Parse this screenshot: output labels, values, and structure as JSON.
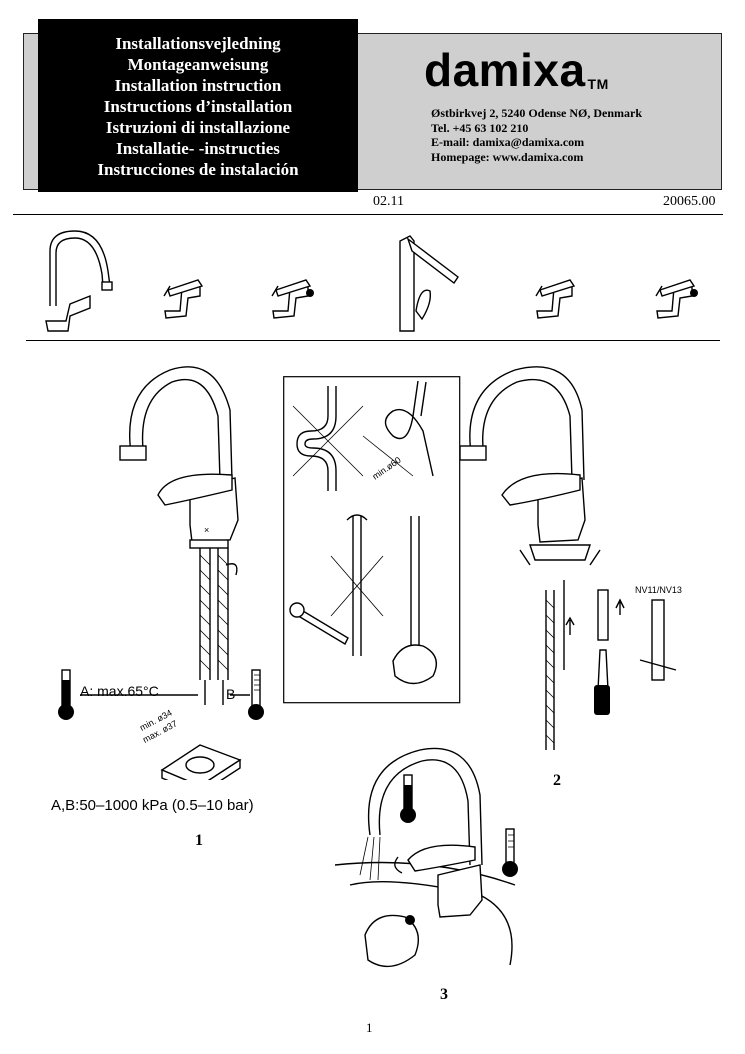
{
  "header": {
    "titles": [
      "Installationsvejledning",
      "Montageanweisung",
      "Installation instruction",
      "Instructions d’installation",
      "Istruzioni di installazione",
      "Installatie- -instructies",
      "Instrucciones de instalación"
    ],
    "brand": "damixa",
    "brand_mark": "TM",
    "contact": [
      "Østbirkvej 2, 5240 Odense NØ, Denmark",
      "Tel. +45 63 102 210",
      "E-mail: damixa@damixa.com",
      "Homepage: www.damixa.com"
    ]
  },
  "doc": {
    "version": "02.11",
    "number": "20065.00"
  },
  "steps": {
    "step1": {
      "number": "1",
      "temp_label_a": "A:  max.65°C",
      "label_b": "B",
      "washer_min": "min. ø34",
      "washer_max": "max. ø37",
      "pressure": "A,B:50–1000 kPa (0.5–10 bar)"
    },
    "hose": {
      "min_bend": "min.ø60"
    },
    "step2": {
      "number": "2",
      "tool": "NV11/NV13"
    },
    "step3": {
      "number": "3"
    }
  },
  "page_number": "1"
}
